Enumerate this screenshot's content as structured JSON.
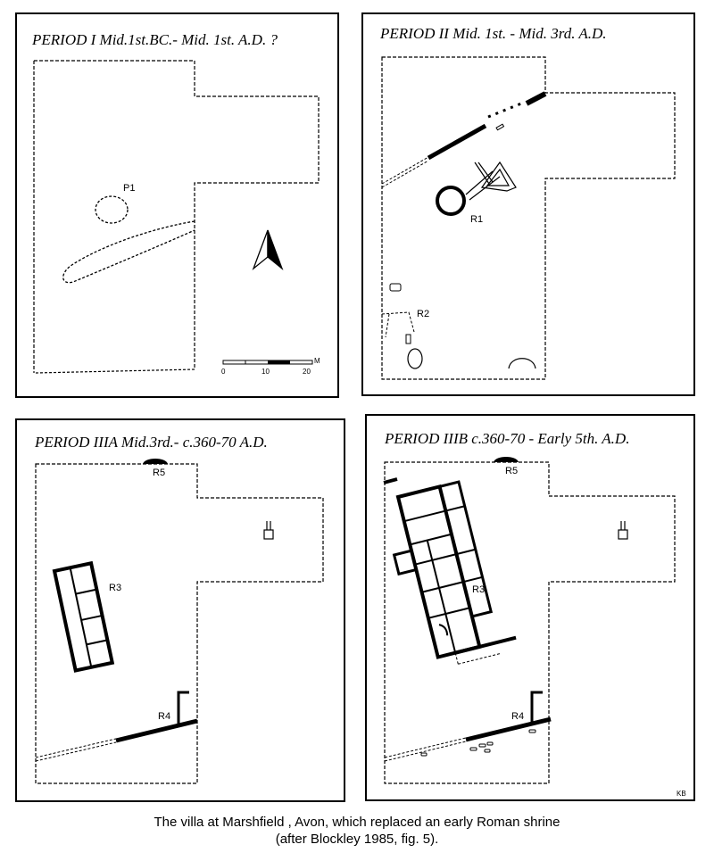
{
  "panels": {
    "p1": {
      "title": "PERIOD I   Mid.1st.BC.- Mid. 1st. A.D. ?",
      "labels": {
        "p1": "P1"
      },
      "scale": {
        "ticks": [
          "0",
          "10",
          "20"
        ],
        "unit": "M"
      }
    },
    "p2": {
      "title": "PERIOD II   Mid. 1st. - Mid. 3rd. A.D.",
      "labels": {
        "r1": "R1",
        "r2": "R2"
      }
    },
    "p3": {
      "title": "PERIOD IIIA   Mid.3rd.- c.360-70 A.D.",
      "labels": {
        "r5": "R5",
        "r3": "R3",
        "r4": "R4"
      }
    },
    "p4": {
      "title": "PERIOD IIIB   c.360-70 - Early 5th. A.D.",
      "labels": {
        "r5": "R5",
        "r3": "R3",
        "r4": "R4"
      },
      "initials": "KB"
    }
  },
  "caption": {
    "line1": "The villa at Marshfield , Avon, which replaced an early Roman shrine",
    "line2": "(after Blockley 1985, fig. 5)."
  },
  "icons": [
    "north-arrow-icon",
    "fountain-icon"
  ]
}
